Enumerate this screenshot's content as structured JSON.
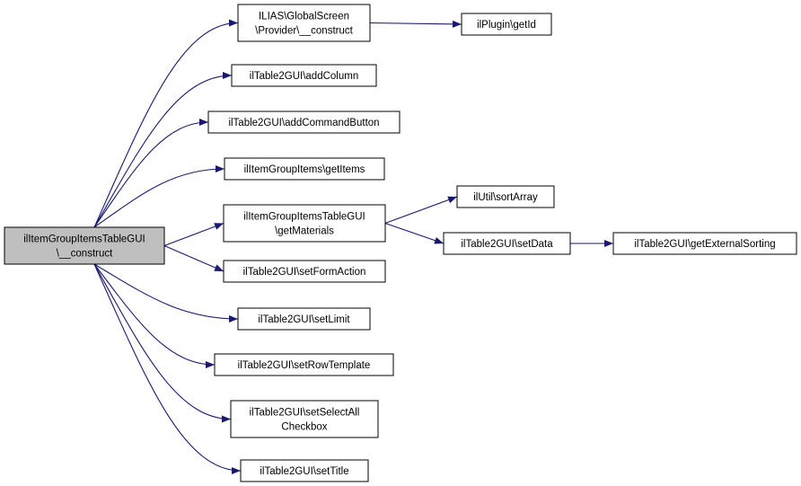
{
  "colors": {
    "edge": "#191970",
    "root_fill": "#bfbfbf",
    "node_fill": "#ffffff",
    "border": "#000000"
  },
  "nodes": [
    {
      "id": "root",
      "lines": [
        "ilItemGroupItemsTableGUI",
        "\\__construct"
      ],
      "root": true
    },
    {
      "id": "gs_construct",
      "lines": [
        "ILIAS\\GlobalScreen",
        "\\Provider\\__construct"
      ]
    },
    {
      "id": "getId",
      "lines": [
        "ilPlugin\\getId"
      ]
    },
    {
      "id": "addColumn",
      "lines": [
        "ilTable2GUI\\addColumn"
      ]
    },
    {
      "id": "addCmd",
      "lines": [
        "ilTable2GUI\\addCommandButton"
      ]
    },
    {
      "id": "getItems",
      "lines": [
        "ilItemGroupItems\\getItems"
      ]
    },
    {
      "id": "getMat",
      "lines": [
        "ilItemGroupItemsTableGUI",
        "\\getMaterials"
      ]
    },
    {
      "id": "sortArray",
      "lines": [
        "ilUtil\\sortArray"
      ]
    },
    {
      "id": "setData",
      "lines": [
        "ilTable2GUI\\setData"
      ]
    },
    {
      "id": "getExt",
      "lines": [
        "ilTable2GUI\\getExternalSorting"
      ]
    },
    {
      "id": "setForm",
      "lines": [
        "ilTable2GUI\\setFormAction"
      ]
    },
    {
      "id": "setLimit",
      "lines": [
        "ilTable2GUI\\setLimit"
      ]
    },
    {
      "id": "setRow",
      "lines": [
        "ilTable2GUI\\setRowTemplate"
      ]
    },
    {
      "id": "setSel",
      "lines": [
        "ilTable2GUI\\setSelectAll",
        "Checkbox"
      ]
    },
    {
      "id": "setTitle",
      "lines": [
        "ilTable2GUI\\setTitle"
      ]
    }
  ],
  "edges": [
    [
      "root",
      "gs_construct"
    ],
    [
      "root",
      "addColumn"
    ],
    [
      "root",
      "addCmd"
    ],
    [
      "root",
      "getItems"
    ],
    [
      "root",
      "getMat"
    ],
    [
      "root",
      "setForm"
    ],
    [
      "root",
      "setLimit"
    ],
    [
      "root",
      "setRow"
    ],
    [
      "root",
      "setSel"
    ],
    [
      "root",
      "setTitle"
    ],
    [
      "gs_construct",
      "getId"
    ],
    [
      "getMat",
      "sortArray"
    ],
    [
      "getMat",
      "setData"
    ],
    [
      "setData",
      "getExt"
    ]
  ]
}
